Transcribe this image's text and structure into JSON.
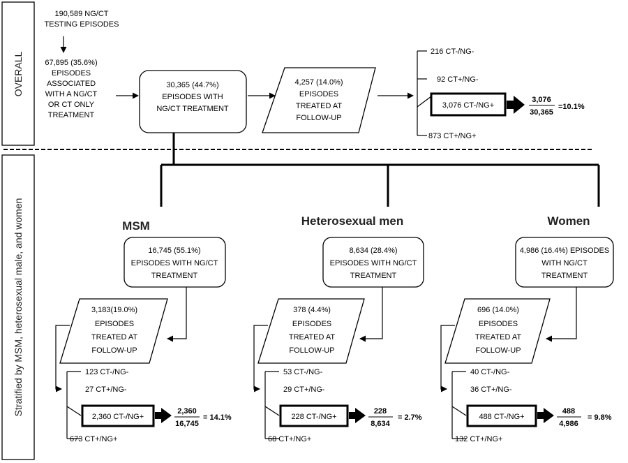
{
  "side_labels": {
    "overall": "OVERALL",
    "stratified": "Stratified by MSM, heterosexual male, and women"
  },
  "overall": {
    "testing": [
      "190,589  NG/CT",
      "TESTING EPISODES"
    ],
    "associated": [
      "67,895 (35.6%)",
      "EPISODES",
      "ASSOCIATED",
      "WITH A NG/CT",
      "OR CT ONLY",
      "TREATMENT"
    ],
    "treatment": [
      "30,365 (44.7%)",
      "EPISODES WITH",
      "NG/CT TREATMENT"
    ],
    "followup": [
      "4,257 (14.0%)",
      "EPISODES",
      "TREATED AT",
      "FOLLOW-UP"
    ],
    "results": [
      "216 CT-/NG-",
      "92 CT+/NG-",
      "3,076 CT-/NG+",
      "873 CT+/NG+"
    ],
    "fraction": {
      "num": "3,076",
      "den": "30,365",
      "result": "=10.1%"
    }
  },
  "groups": [
    {
      "title": "MSM",
      "treatment": [
        "16,745 (55.1%)",
        "EPISODES WITH NG/CT",
        "TREATMENT"
      ],
      "followup": [
        "3,183(19.0%)",
        "EPISODES",
        "TREATED AT",
        "FOLLOW-UP"
      ],
      "results": [
        "123 CT-/NG-",
        "27 CT+/NG-",
        "2,360 CT-/NG+",
        "673 CT+/NG+"
      ],
      "fraction": {
        "num": "2,360",
        "den": "16,745",
        "result": "= 14.1%"
      }
    },
    {
      "title": "Heterosexual men",
      "treatment": [
        "8,634 (28.4%)",
        "EPISODES WITH NG/CT",
        "TREATMENT"
      ],
      "followup": [
        "378 (4.4%)",
        "EPISODES",
        "TREATED AT",
        "FOLLOW-UP"
      ],
      "results": [
        "53 CT-/NG-",
        "29 CT+/NG-",
        "228 CT-/NG+",
        "68 CT+/NG+"
      ],
      "fraction": {
        "num": "228",
        "den": "8,634",
        "result": "= 2.7%"
      }
    },
    {
      "title": "Women",
      "treatment": [
        "4,986 (16.4%) EPISODES",
        "WITH NG/CT",
        "TREATMENT"
      ],
      "followup": [
        "696 (14.0%)",
        "EPISODES",
        "TREATED AT",
        "FOLLOW-UP"
      ],
      "results": [
        "40 CT-/NG-",
        "36 CT+/NG-",
        "488 CT-/NG+",
        "132 CT+/NG+"
      ],
      "fraction": {
        "num": "488",
        "den": "4,986",
        "result": "= 9.8%"
      }
    }
  ]
}
